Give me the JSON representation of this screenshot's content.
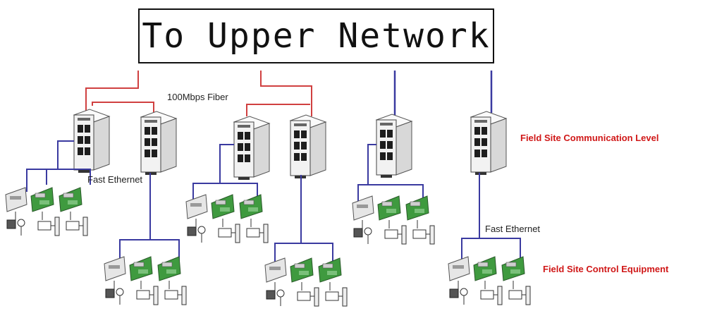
{
  "title": "To Upper Network",
  "labels": {
    "fiber": "100Mbps Fiber",
    "fast_ethernet_1": "Fast Ethernet",
    "fast_ethernet_2": "Fast Ethernet",
    "comm_level": "Field Site Communication Level",
    "control_equipment": "Field Site Control Equipment"
  },
  "colors": {
    "fiber_link": "#d04040",
    "ethernet_link": "#3a3aa0",
    "switch_body": "#f2f2f2",
    "io_module": "#3f9a3f",
    "level_label": "#d01818"
  },
  "icons": [
    "industrial-switch-icon",
    "controller-icon",
    "io-module-icon",
    "sensor-icon",
    "actuator-icon"
  ]
}
